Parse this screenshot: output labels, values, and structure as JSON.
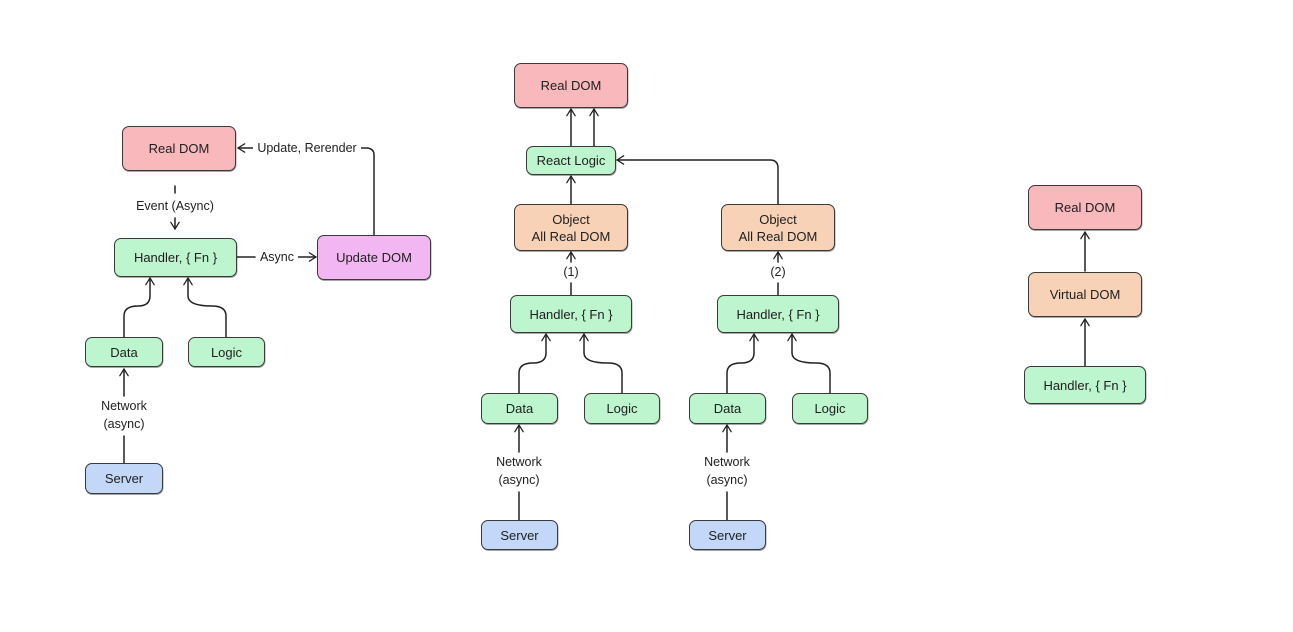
{
  "colors": {
    "real_dom": "#f8b8bc",
    "logic_green": "#bdf5cf",
    "update_dom": "#f2b6f2",
    "server": "#c3d7f8",
    "object": "#f7d2b6"
  },
  "diagram_1": {
    "real_dom": "Real DOM",
    "handler": "Handler, { Fn }",
    "update_dom": "Update DOM",
    "data": "Data",
    "logic": "Logic",
    "server": "Server",
    "edge_update": "Update, Rerender",
    "edge_event": "Event (Async)",
    "edge_async": "Async",
    "edge_network": "Network\n(async)"
  },
  "diagram_2": {
    "real_dom": "Real DOM",
    "react_logic": "React Logic",
    "object_1": "Object\nAll Real DOM",
    "object_2": "Object\nAll Real DOM",
    "label_1": "(1)",
    "label_2": "(2)",
    "handler_1": "Handler, { Fn }",
    "handler_2": "Handler, { Fn }",
    "data_1": "Data",
    "logic_1": "Logic",
    "data_2": "Data",
    "logic_2": "Logic",
    "network_1": "Network\n(async)",
    "network_2": "Network\n(async)",
    "server_1": "Server",
    "server_2": "Server"
  },
  "diagram_3": {
    "real_dom": "Real DOM",
    "virtual_dom": "Virtual DOM",
    "handler": "Handler, { Fn }"
  }
}
